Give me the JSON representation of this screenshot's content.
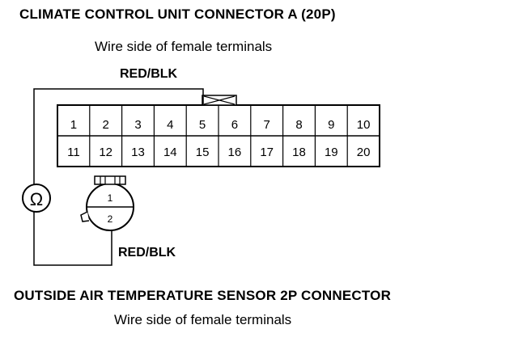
{
  "top_connector": {
    "title": "CLIMATE CONTROL UNIT CONNECTOR A (20P)",
    "subtitle": "Wire side of female terminals",
    "row1": [
      "1",
      "2",
      "3",
      "4",
      "5",
      "6",
      "7",
      "8",
      "9",
      "10"
    ],
    "row2": [
      "11",
      "12",
      "13",
      "14",
      "15",
      "16",
      "17",
      "18",
      "19",
      "20"
    ]
  },
  "wires": {
    "top_label": "RED/BLK",
    "bottom_label": "RED/BLK"
  },
  "meter": {
    "symbol": "Ω"
  },
  "sensor_connector": {
    "title": "OUTSIDE AIR TEMPERATURE SENSOR 2P CONNECTOR",
    "subtitle": "Wire side of female terminals",
    "pins": [
      "1",
      "2"
    ]
  }
}
